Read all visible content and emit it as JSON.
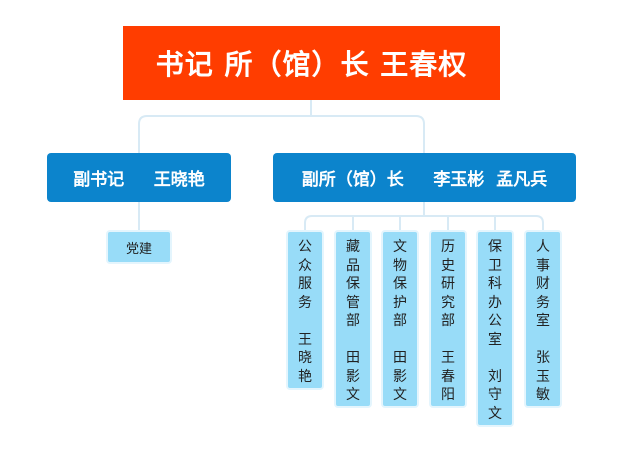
{
  "root": {
    "label": "书记 所（馆）长  王春权"
  },
  "deputies": {
    "secretary": "副书记     王晓艳",
    "director": "副所（馆）长     李玉彬  孟凡兵"
  },
  "party_unit": {
    "label": "党建"
  },
  "departments": [
    {
      "name": "公众服务",
      "head": "王晓艳"
    },
    {
      "name": "藏品保管部",
      "head": "田影文"
    },
    {
      "name": "文物保护部",
      "head": "田影文"
    },
    {
      "name": "历史研究部",
      "head": "王春阳"
    },
    {
      "name": "保卫科办公室",
      "head": "刘守文"
    },
    {
      "name": "人事财务室",
      "head": "张玉敏"
    }
  ],
  "colors": {
    "root": "#ff3d00",
    "level2": "#0c84cc",
    "leaf": "#98dcf8",
    "connector": "#d8eaf5"
  }
}
